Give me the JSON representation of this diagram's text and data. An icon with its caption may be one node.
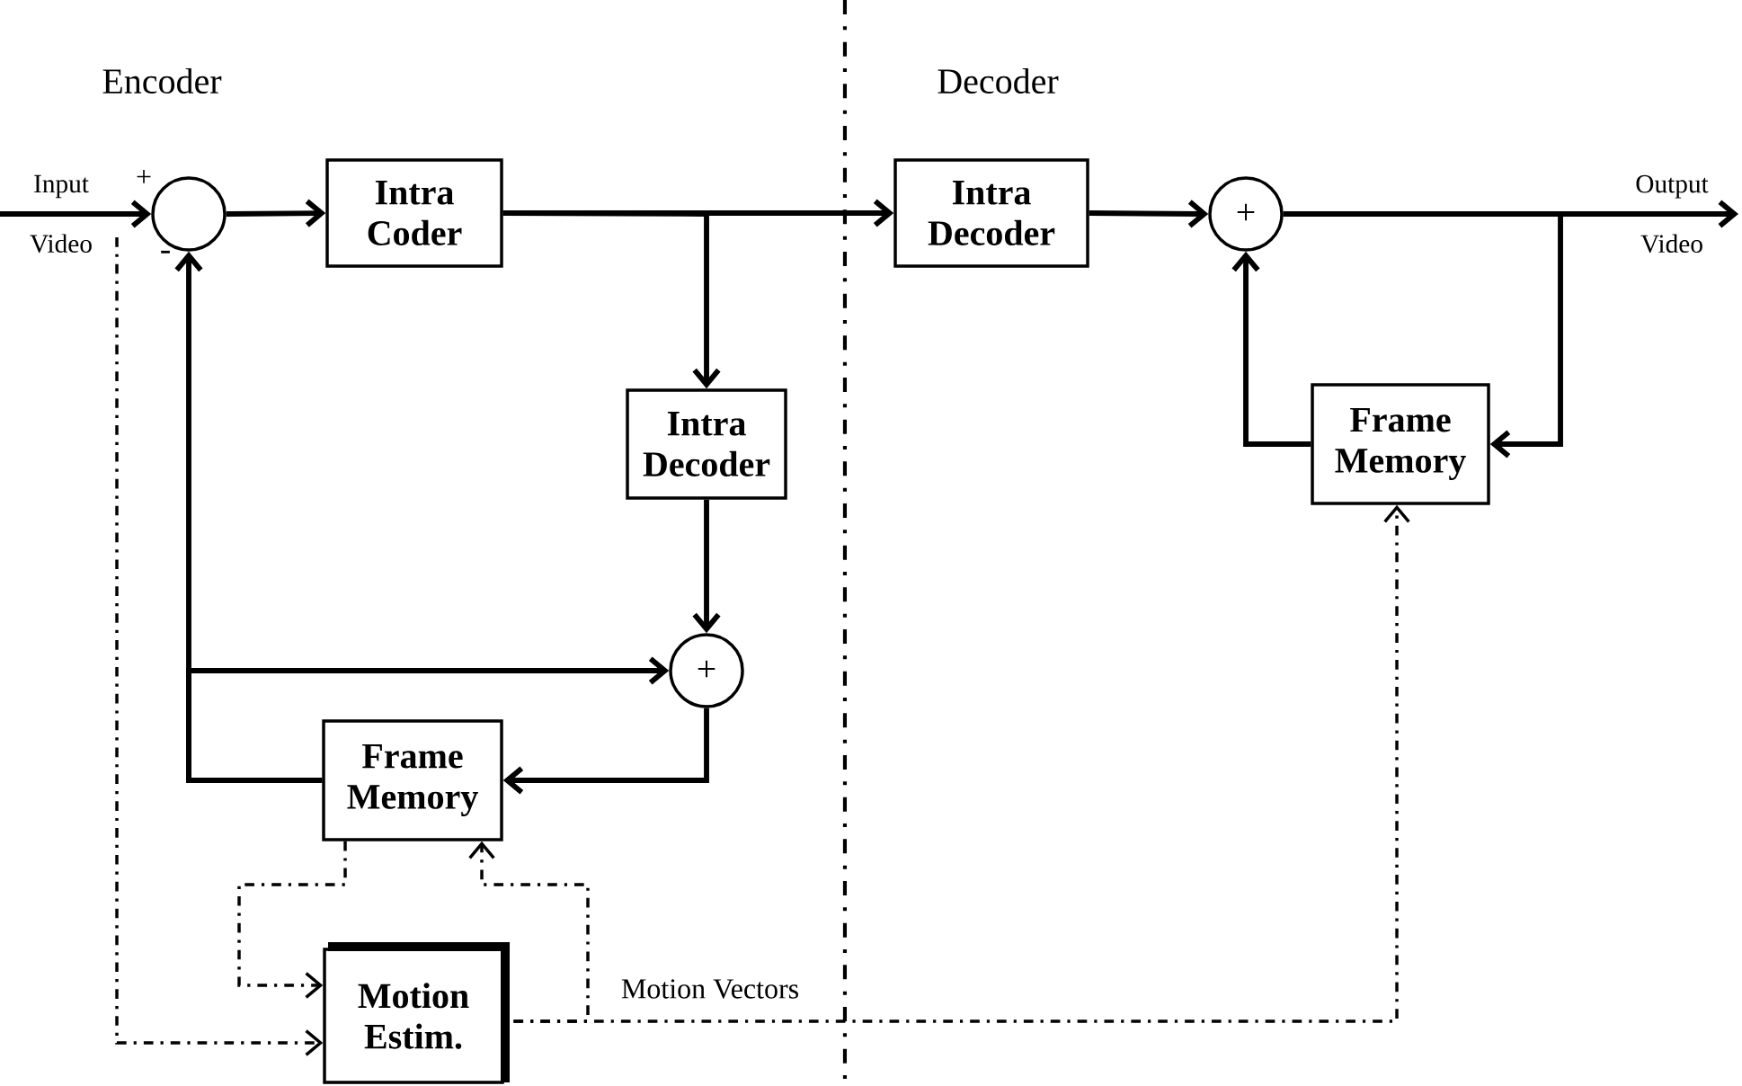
{
  "diagram": {
    "nodes": [
      {
        "text": [],
        "shape": "circle"
      },
      {
        "text": [
          "Intra Coder"
        ]
      },
      {
        "text": [
          "Intra Decoder"
        ]
      },
      {
        "text": [
          "+"
        ]
      },
      {
        "text": [
          "Frame Memory"
        ]
      },
      {
        "text": [
          "Motion Estim."
        ]
      },
      {
        "text": [
          "Intra Decoder"
        ]
      },
      {
        "text": [
          "+"
        ]
      },
      {
        "text": [
          "Frame Memory"
        ]
      }
    ],
    "edges": [
      {
        "from": null,
        "to": 0,
        "arrow": "to",
        "label": "Input Video"
      },
      {
        "from": 0,
        "to": 1,
        "arrow": "to"
      },
      {
        "from": 1,
        "to": 6,
        "arrow": "to"
      },
      {
        "from": 1,
        "to": 2,
        "arrow": "to"
      },
      {
        "from": 2,
        "to": 3,
        "arrow": "to"
      },
      {
        "from": 3,
        "to": 4,
        "arrow": "to"
      },
      {
        "from": 4,
        "to": 0,
        "arrow": "to"
      },
      {
        "from": 4,
        "to": 3,
        "arrow": "to"
      },
      {
        "from": 6,
        "to": 7,
        "arrow": "to"
      },
      {
        "from": 7,
        "to": null,
        "arrow": "to",
        "label": "Output Video"
      },
      {
        "from": 7,
        "to": 8,
        "arrow": "to"
      },
      {
        "from": 8,
        "to": 7,
        "arrow": "to"
      },
      {
        "from": null,
        "to": 5,
        "arrow": "to",
        "style": "dashed"
      },
      {
        "from": 4,
        "to": 5,
        "arrow": "to",
        "style": "dashed"
      },
      {
        "from": 5,
        "to": 4,
        "arrow": "to",
        "style": "dashed"
      },
      {
        "from": 5,
        "to": 8,
        "arrow": "to",
        "style": "dashed",
        "label": "Motion Vectors"
      }
    ],
    "labels": [
      "Encoder",
      "Decoder",
      "+",
      "-"
    ]
  }
}
